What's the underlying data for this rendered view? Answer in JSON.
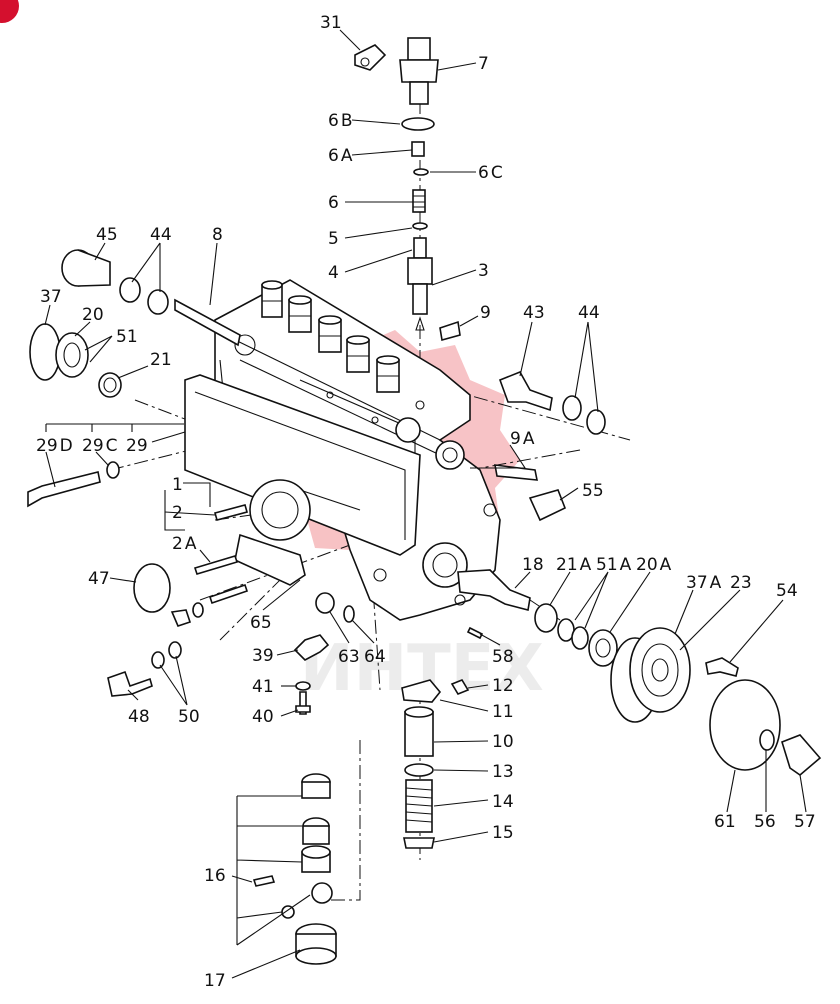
{
  "corner_badge": {
    "color": "#d4102e"
  },
  "watermark": {
    "text": "ИНТЕХ",
    "color": "#e0101a"
  },
  "callouts": [
    {
      "id": "c31",
      "num": "31",
      "sub": ""
    },
    {
      "id": "c7",
      "num": "7",
      "sub": ""
    },
    {
      "id": "c6b",
      "num": "6",
      "sub": "B"
    },
    {
      "id": "c6a",
      "num": "6",
      "sub": "A"
    },
    {
      "id": "c6c",
      "num": "6",
      "sub": "C"
    },
    {
      "id": "c6",
      "num": "6",
      "sub": ""
    },
    {
      "id": "c5",
      "num": "5",
      "sub": ""
    },
    {
      "id": "c4",
      "num": "4",
      "sub": ""
    },
    {
      "id": "c3",
      "num": "3",
      "sub": ""
    },
    {
      "id": "c9",
      "num": "9",
      "sub": ""
    },
    {
      "id": "c43",
      "num": "43",
      "sub": ""
    },
    {
      "id": "c44r",
      "num": "44",
      "sub": ""
    },
    {
      "id": "c45",
      "num": "45",
      "sub": ""
    },
    {
      "id": "c44l",
      "num": "44",
      "sub": ""
    },
    {
      "id": "c8",
      "num": "8",
      "sub": ""
    },
    {
      "id": "c37",
      "num": "37",
      "sub": ""
    },
    {
      "id": "c20",
      "num": "20",
      "sub": ""
    },
    {
      "id": "c51",
      "num": "51",
      "sub": ""
    },
    {
      "id": "c21",
      "num": "21",
      "sub": ""
    },
    {
      "id": "c29d",
      "num": "29",
      "sub": "D"
    },
    {
      "id": "c29c",
      "num": "29",
      "sub": "C"
    },
    {
      "id": "c29",
      "num": "29",
      "sub": ""
    },
    {
      "id": "c9a",
      "num": "9",
      "sub": "A"
    },
    {
      "id": "c55",
      "num": "55",
      "sub": ""
    },
    {
      "id": "c1",
      "num": "1",
      "sub": ""
    },
    {
      "id": "c2",
      "num": "2",
      "sub": ""
    },
    {
      "id": "c2a",
      "num": "2",
      "sub": "A"
    },
    {
      "id": "c47",
      "num": "47",
      "sub": ""
    },
    {
      "id": "c18",
      "num": "18",
      "sub": ""
    },
    {
      "id": "c21a",
      "num": "21",
      "sub": "A"
    },
    {
      "id": "c51a",
      "num": "51",
      "sub": "A"
    },
    {
      "id": "c20a",
      "num": "20",
      "sub": "A"
    },
    {
      "id": "c37a",
      "num": "37",
      "sub": "A"
    },
    {
      "id": "c23",
      "num": "23",
      "sub": ""
    },
    {
      "id": "c54",
      "num": "54",
      "sub": ""
    },
    {
      "id": "c65",
      "num": "65",
      "sub": ""
    },
    {
      "id": "c39",
      "num": "39",
      "sub": ""
    },
    {
      "id": "c63",
      "num": "63",
      "sub": ""
    },
    {
      "id": "c64",
      "num": "64",
      "sub": ""
    },
    {
      "id": "c58",
      "num": "58",
      "sub": ""
    },
    {
      "id": "c41",
      "num": "41",
      "sub": ""
    },
    {
      "id": "c40",
      "num": "40",
      "sub": ""
    },
    {
      "id": "c12",
      "num": "12",
      "sub": ""
    },
    {
      "id": "c11",
      "num": "11",
      "sub": ""
    },
    {
      "id": "c48",
      "num": "48",
      "sub": ""
    },
    {
      "id": "c50",
      "num": "50",
      "sub": ""
    },
    {
      "id": "c10",
      "num": "10",
      "sub": ""
    },
    {
      "id": "c13",
      "num": "13",
      "sub": ""
    },
    {
      "id": "c14",
      "num": "14",
      "sub": ""
    },
    {
      "id": "c15",
      "num": "15",
      "sub": ""
    },
    {
      "id": "c16",
      "num": "16",
      "sub": ""
    },
    {
      "id": "c17",
      "num": "17",
      "sub": ""
    },
    {
      "id": "c61",
      "num": "61",
      "sub": ""
    },
    {
      "id": "c56",
      "num": "56",
      "sub": ""
    },
    {
      "id": "c57",
      "num": "57",
      "sub": ""
    }
  ]
}
